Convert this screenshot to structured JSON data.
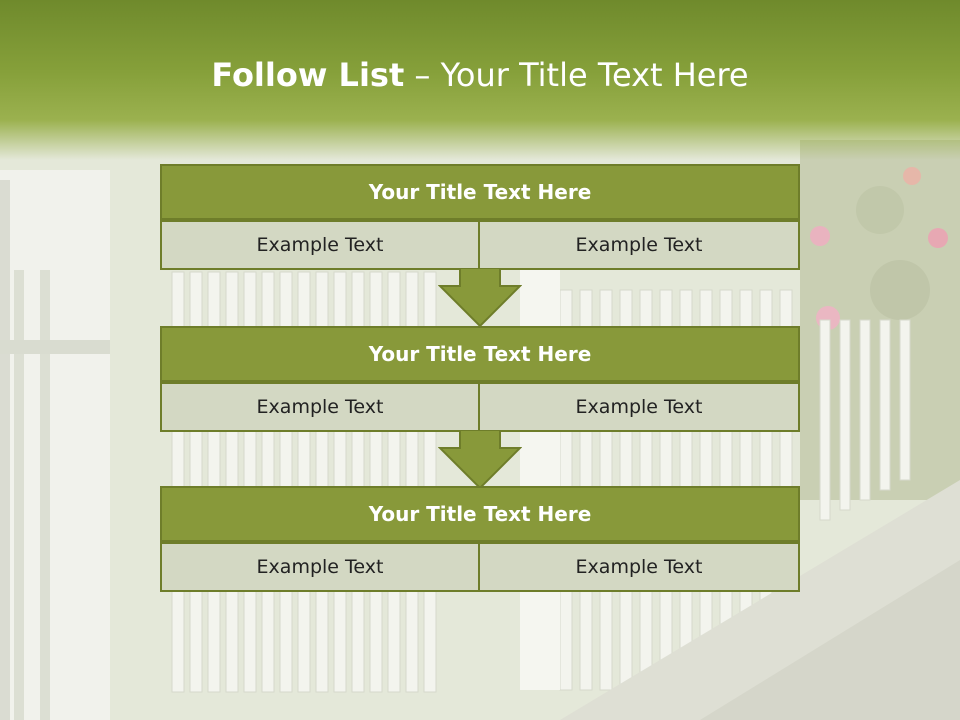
{
  "slide": {
    "title_bold": "Follow List",
    "title_rest": " – Your Title Text Here",
    "accent_color": "#88993a",
    "cell_color": "#d3d8c3",
    "arrow_icon": "down-arrow-icon"
  },
  "blocks": [
    {
      "title": "Your Title Text Here",
      "left": "Example Text",
      "right": "Example Text"
    },
    {
      "title": "Your Title Text Here",
      "left": "Example Text",
      "right": "Example Text"
    },
    {
      "title": "Your Title Text Here",
      "left": "Example Text",
      "right": "Example Text"
    }
  ]
}
